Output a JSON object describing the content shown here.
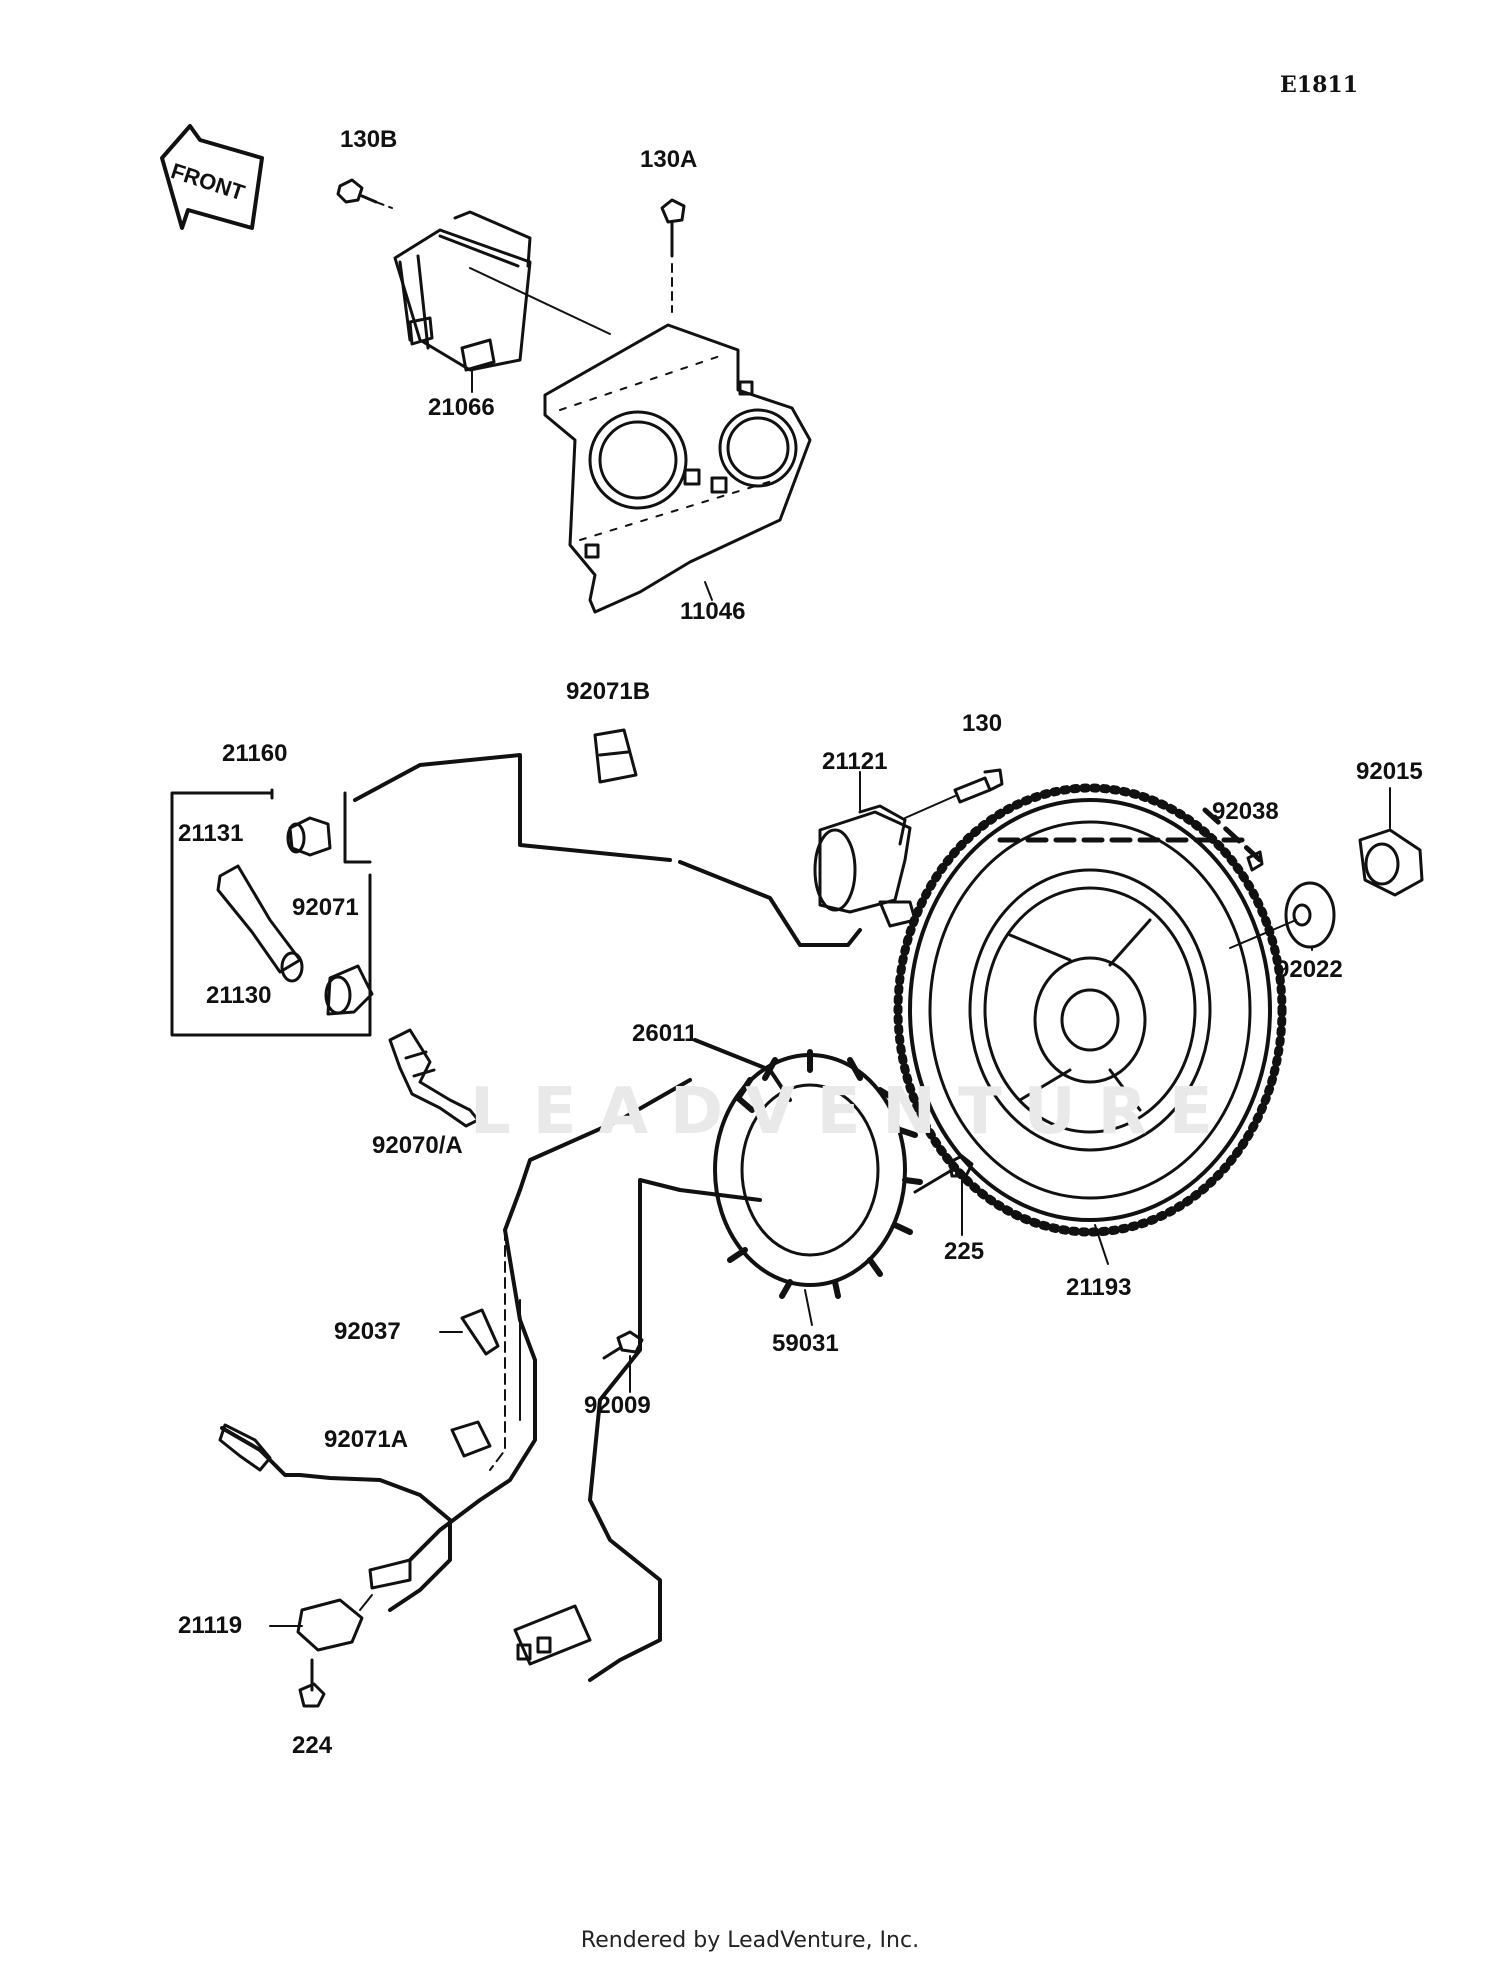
{
  "diagram_code": "E1811",
  "front_label": "FRONT",
  "watermark_text": "LEADVENTURE",
  "footer_text": "Rendered by LeadVenture, Inc.",
  "colors": {
    "ink": "#111111",
    "watermark": "#e9e9e9",
    "background": "#ffffff"
  },
  "parts": [
    {
      "id": "130B"
    },
    {
      "id": "130A"
    },
    {
      "id": "21066"
    },
    {
      "id": "11046"
    },
    {
      "id": "92071B"
    },
    {
      "id": "21160"
    },
    {
      "id": "21131"
    },
    {
      "id": "21121"
    },
    {
      "id": "130"
    },
    {
      "id": "92015"
    },
    {
      "id": "92038"
    },
    {
      "id": "92071"
    },
    {
      "id": "21130"
    },
    {
      "id": "92022"
    },
    {
      "id": "26011"
    },
    {
      "id": "92070/A"
    },
    {
      "id": "225"
    },
    {
      "id": "21193"
    },
    {
      "id": "92037"
    },
    {
      "id": "59031"
    },
    {
      "id": "92009"
    },
    {
      "id": "92071A"
    },
    {
      "id": "21119"
    },
    {
      "id": "224"
    }
  ]
}
